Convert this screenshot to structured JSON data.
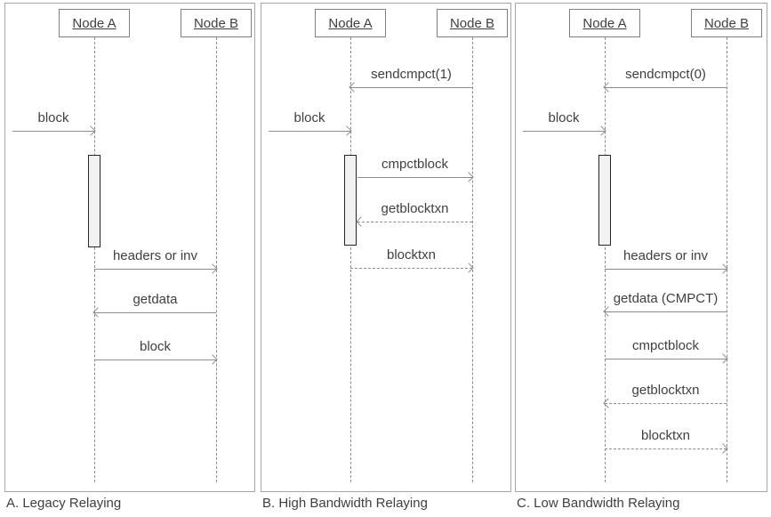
{
  "colors": {
    "panel_border": "#a6a6a6",
    "node_border": "#7f7f7f",
    "line": "#8c8c8c",
    "text": "#404040",
    "activation_fill": "#f2f2f2",
    "activation_border": "#262626"
  },
  "panels": [
    {
      "caption": "A. Legacy Relaying",
      "nodes": [
        "Node A",
        "Node B"
      ],
      "messages": [
        {
          "label": "block",
          "from": "external",
          "to": "Node A",
          "style": "solid"
        },
        {
          "label": "headers or inv",
          "from": "Node A",
          "to": "Node B",
          "style": "solid"
        },
        {
          "label": "getdata",
          "from": "Node B",
          "to": "Node A",
          "style": "solid"
        },
        {
          "label": "block",
          "from": "Node A",
          "to": "Node B",
          "style": "solid"
        }
      ]
    },
    {
      "caption": "B. High Bandwidth Relaying",
      "nodes": [
        "Node A",
        "Node B"
      ],
      "messages": [
        {
          "label": "sendcmpct(1)",
          "from": "Node B",
          "to": "Node A",
          "style": "solid"
        },
        {
          "label": "block",
          "from": "external",
          "to": "Node A",
          "style": "solid"
        },
        {
          "label": "cmpctblock",
          "from": "Node A",
          "to": "Node B",
          "style": "solid"
        },
        {
          "label": "getblocktxn",
          "from": "Node B",
          "to": "Node A",
          "style": "dashed"
        },
        {
          "label": "blocktxn",
          "from": "Node A",
          "to": "Node B",
          "style": "dashed"
        }
      ]
    },
    {
      "caption": "C. Low Bandwidth Relaying",
      "nodes": [
        "Node A",
        "Node B"
      ],
      "messages": [
        {
          "label": "sendcmpct(0)",
          "from": "Node B",
          "to": "Node A",
          "style": "solid"
        },
        {
          "label": "block",
          "from": "external",
          "to": "Node A",
          "style": "solid"
        },
        {
          "label": "headers or inv",
          "from": "Node A",
          "to": "Node B",
          "style": "solid"
        },
        {
          "label": "getdata (CMPCT)",
          "from": "Node B",
          "to": "Node A",
          "style": "solid"
        },
        {
          "label": "cmpctblock",
          "from": "Node A",
          "to": "Node B",
          "style": "solid"
        },
        {
          "label": "getblocktxn",
          "from": "Node B",
          "to": "Node A",
          "style": "dashed"
        },
        {
          "label": "blocktxn",
          "from": "Node A",
          "to": "Node B",
          "style": "dashed"
        }
      ]
    }
  ]
}
